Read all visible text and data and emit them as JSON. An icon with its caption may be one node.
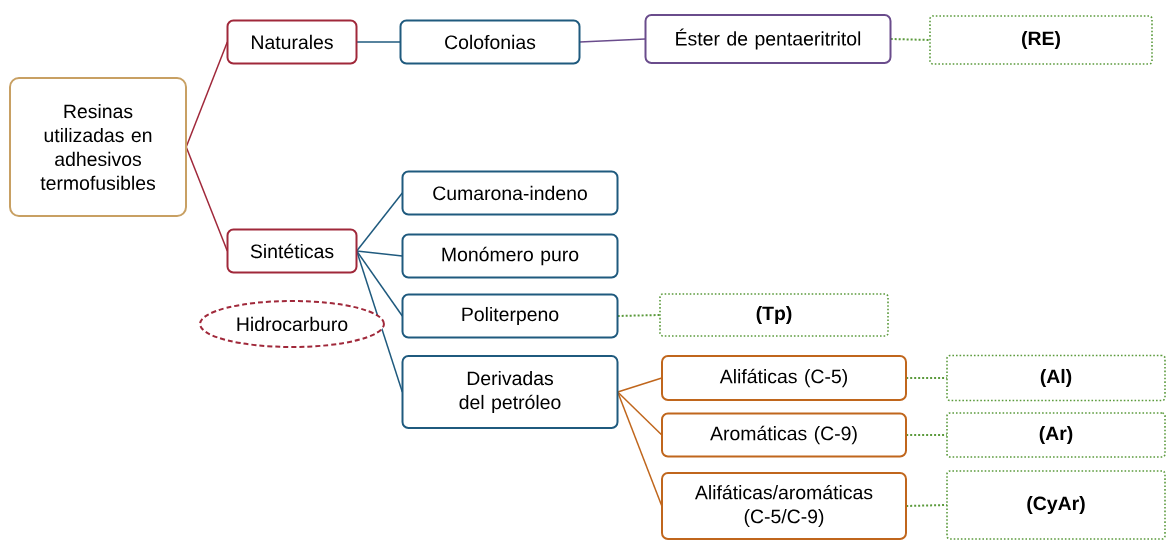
{
  "diagram": {
    "nodes": [
      {
        "text": [
          "Resinas utilizadas en adhesivos termofusibles"
        ]
      },
      {
        "text": [
          "Naturales"
        ]
      },
      {
        "text": [
          "Colofonias"
        ]
      },
      {
        "text": [
          "Éster de pentaeritritol"
        ]
      },
      {
        "text": [
          "(RE)"
        ]
      },
      {
        "text": [
          "Sintéticas"
        ]
      },
      {
        "text": [
          "Hidrocarburo"
        ]
      },
      {
        "text": [
          "Cumarona-indeno"
        ]
      },
      {
        "text": [
          "Monómero puro"
        ]
      },
      {
        "text": [
          "Politerpeno"
        ]
      },
      {
        "text": [
          "Derivadas del petróleo"
        ]
      },
      {
        "text": [
          "(Tp)"
        ]
      },
      {
        "text": [
          "Alifáticas (C-5)"
        ]
      },
      {
        "text": [
          "Aromáticas (C-9)"
        ]
      },
      {
        "text": [
          "Alifáticas/aromáticas (C-5/C-9)"
        ]
      },
      {
        "text": [
          "(Al)"
        ]
      },
      {
        "text": [
          "(Ar)"
        ]
      },
      {
        "text": [
          "(CyAr)"
        ]
      }
    ],
    "edges": [
      {
        "from": 0,
        "to": 1,
        "arrow": "none",
        "color": "#a0283a"
      },
      {
        "from": 0,
        "to": 5,
        "arrow": "none",
        "color": "#a0283a"
      },
      {
        "from": 1,
        "to": 2,
        "arrow": "none"
      },
      {
        "from": 2,
        "to": 3,
        "arrow": "none",
        "color": "#6a4c8c"
      },
      {
        "from": 3,
        "to": 4,
        "arrow": "none",
        "style": "dashed",
        "color": "#5b9a3c"
      },
      {
        "from": 5,
        "to": 7,
        "arrow": "none"
      },
      {
        "from": 5,
        "to": 8,
        "arrow": "none"
      },
      {
        "from": 5,
        "to": 9,
        "arrow": "none"
      },
      {
        "from": 5,
        "to": 10,
        "arrow": "none"
      },
      {
        "from": 9,
        "to": 11,
        "arrow": "none",
        "style": "dashed",
        "color": "#5b9a3c"
      },
      {
        "from": 10,
        "to": 12,
        "arrow": "none",
        "color": "#c0661c"
      },
      {
        "from": 10,
        "to": 13,
        "arrow": "none",
        "color": "#c0661c"
      },
      {
        "from": 10,
        "to": 14,
        "arrow": "none",
        "color": "#c0661c"
      },
      {
        "from": 12,
        "to": 15,
        "arrow": "none",
        "style": "dashed",
        "color": "#5b9a3c"
      },
      {
        "from": 13,
        "to": 16,
        "arrow": "none",
        "style": "dashed",
        "color": "#5b9a3c"
      },
      {
        "from": 14,
        "to": 17,
        "arrow": "none",
        "style": "dashed",
        "color": "#5b9a3c"
      }
    ]
  }
}
